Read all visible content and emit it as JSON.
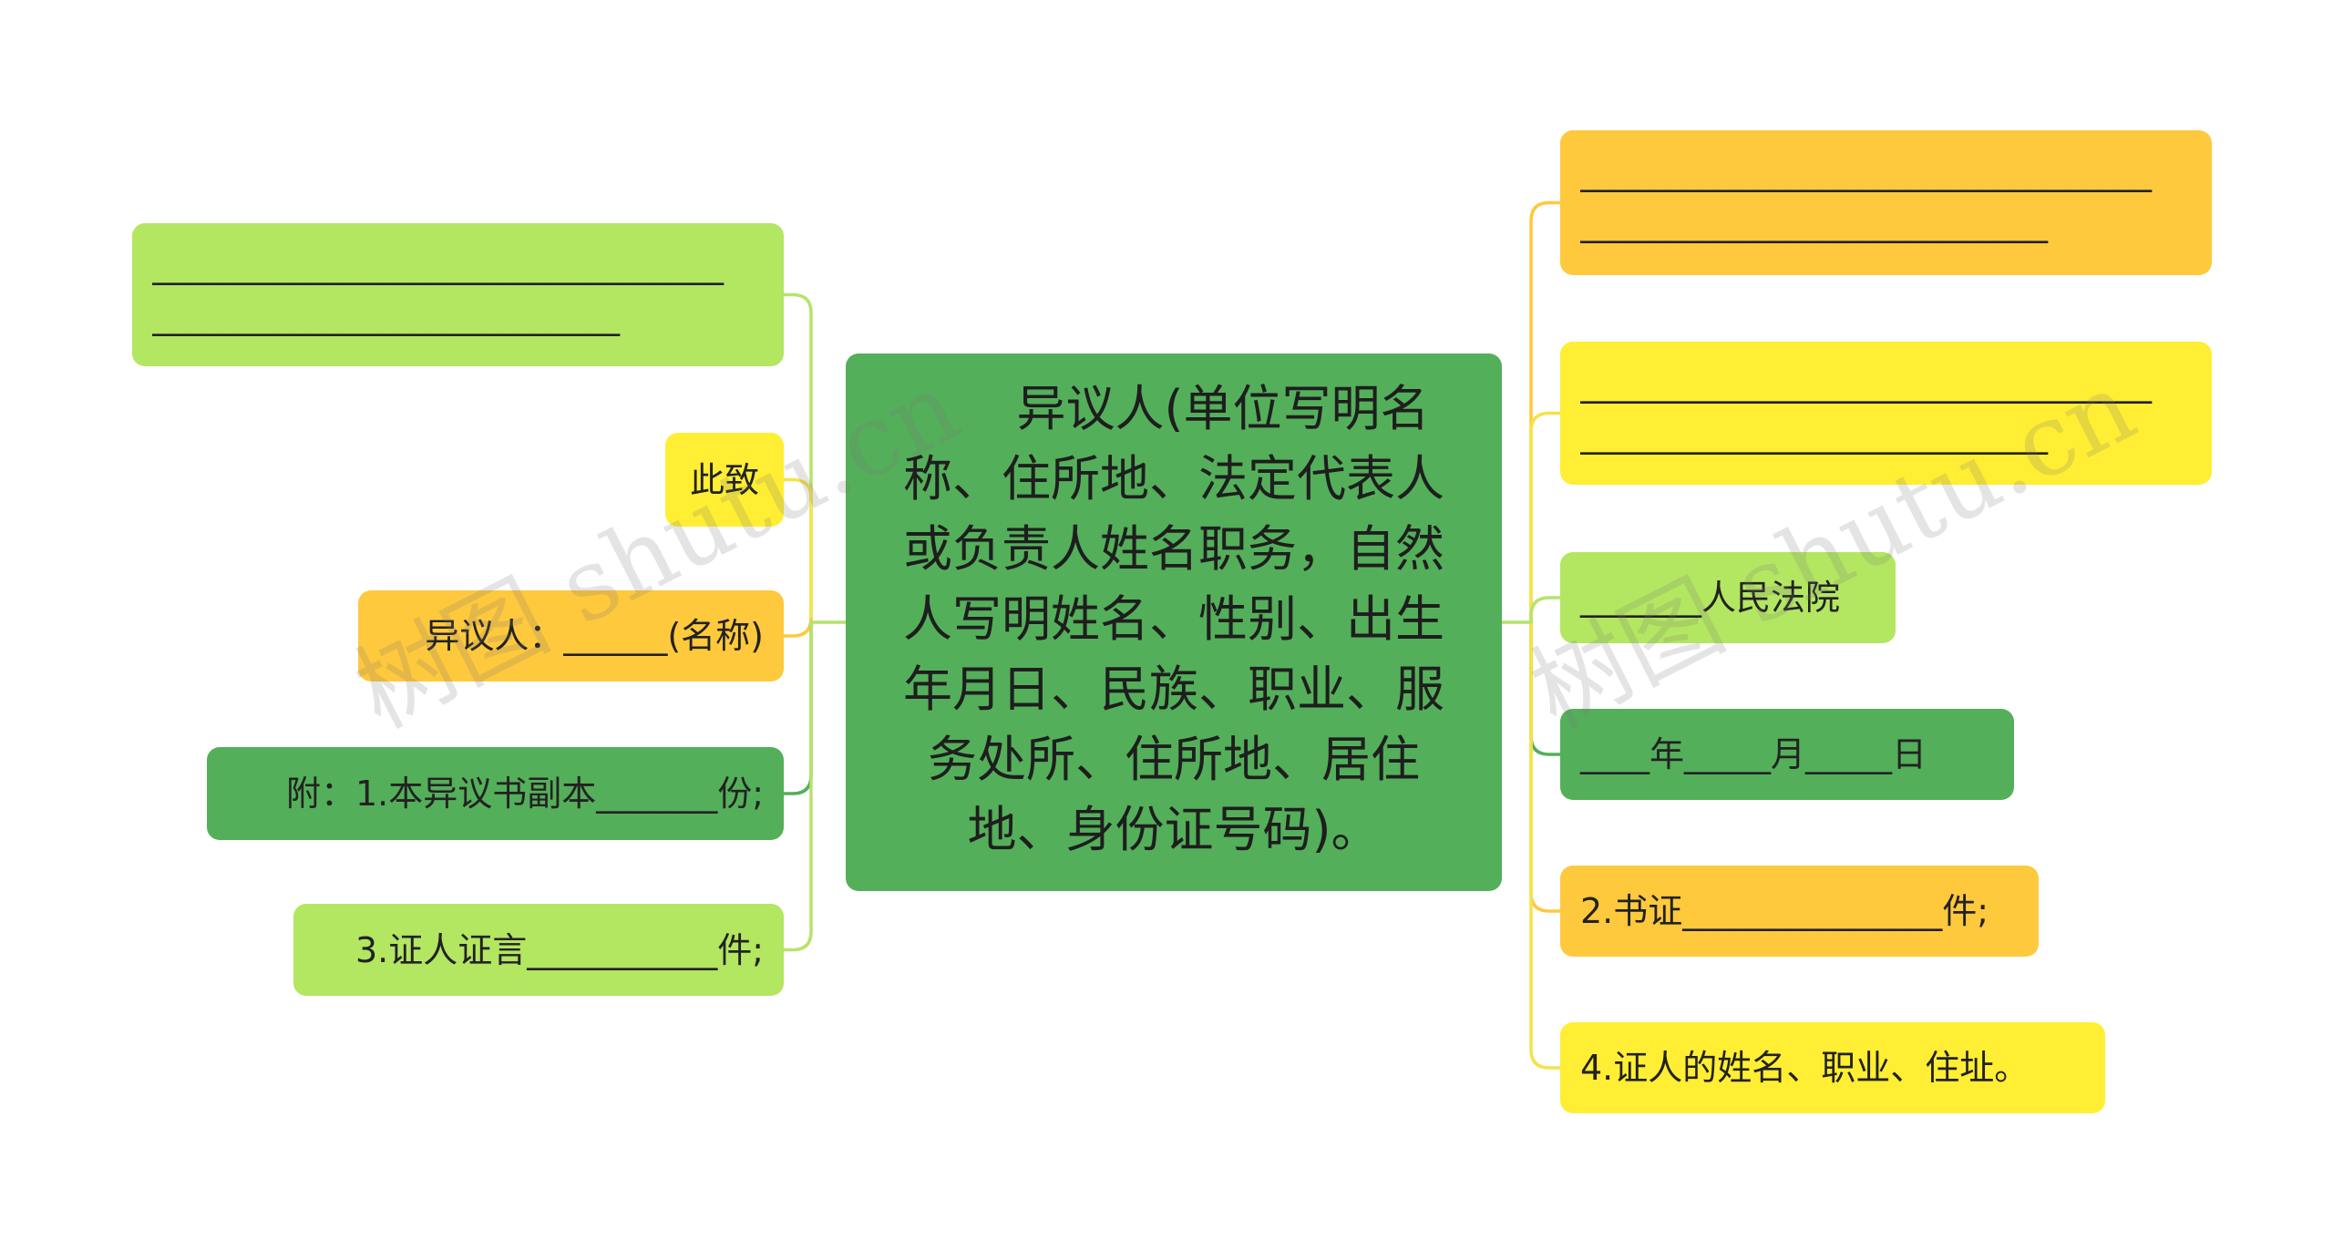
{
  "colors": {
    "dark_green": "#54AF5A",
    "light_green": "#B3E661",
    "orange": "#FFC93D",
    "yellow": "#FFEE33",
    "link_light_green": "#B6E36A",
    "link_yellow": "#F5E24A",
    "link_orange": "#FFC93D",
    "link_dark_green": "#54AF5A"
  },
  "center": {
    "text": "　　异议人(单位写明名称、住所地、法定代表人或负责人姓名职务，自然人写明姓名、性别、出生年月日、民族、职业、服务处所、住所地、居住地、身份证号码)。"
  },
  "left_nodes": [
    {
      "id": "left-blank-lines",
      "lines": [
        "_________________________________",
        "___________________________"
      ],
      "color": "light_green"
    },
    {
      "id": "left-cizhi",
      "text": "此致",
      "color": "yellow"
    },
    {
      "id": "left-yiyiren-name",
      "text": "异议人：______(名称)",
      "color": "orange"
    },
    {
      "id": "left-attachment-1",
      "text": "附：1.本异议书副本_______份;",
      "color": "dark_green"
    },
    {
      "id": "left-attachment-3",
      "text": "3.证人证言___________件;",
      "color": "light_green"
    }
  ],
  "right_nodes": [
    {
      "id": "right-blank-lines-1",
      "lines": [
        "_________________________________",
        "___________________________"
      ],
      "color": "orange"
    },
    {
      "id": "right-blank-lines-2",
      "lines": [
        "_________________________________",
        "___________________________"
      ],
      "color": "yellow"
    },
    {
      "id": "right-court",
      "text": "_______人民法院",
      "color": "light_green"
    },
    {
      "id": "right-date",
      "text": "____年_____月_____日",
      "color": "dark_green"
    },
    {
      "id": "right-attachment-2",
      "text": "2.书证_______________件;",
      "color": "orange"
    },
    {
      "id": "right-attachment-4",
      "text": "4.证人的姓名、职业、住址。",
      "color": "yellow"
    }
  ],
  "watermark": "树图 shutu.cn"
}
